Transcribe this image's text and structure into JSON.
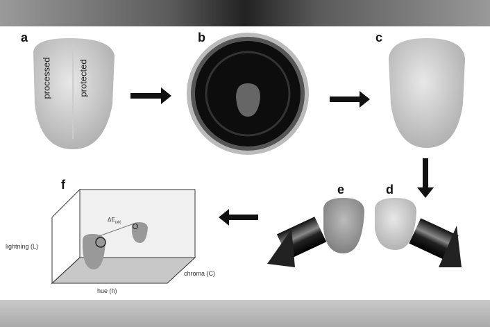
{
  "panels": {
    "a": "a",
    "b": "b",
    "c": "c",
    "d": "d",
    "e": "e",
    "f": "f"
  },
  "tooth_a": {
    "left_label": "processed",
    "right_label": "protected"
  },
  "diagram_f": {
    "axis_l": "lightning (L)",
    "axis_h": "hue (h)",
    "axis_c": "chroma (C)",
    "delta": "ΔE",
    "delta_sub": "(ab)"
  }
}
